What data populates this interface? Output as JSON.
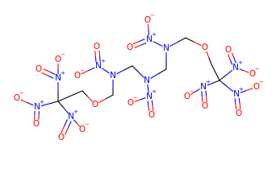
{
  "structure": {
    "colors": {
      "bond": "#000000",
      "carbon": "#000000",
      "oxygen": "#ff0000",
      "nitrogen": "#0000ff",
      "background": "#ffffff"
    },
    "atoms": [
      {
        "id": "c1",
        "el": "C"
      },
      {
        "id": "c2",
        "el": "C"
      },
      {
        "id": "o_e1",
        "el": "O",
        "label": "O"
      },
      {
        "id": "c3",
        "el": "C"
      },
      {
        "id": "n1",
        "el": "N",
        "label": "N"
      },
      {
        "id": "n1n",
        "el": "N",
        "label": "N",
        "charge": "+"
      },
      {
        "id": "n1o1",
        "el": "O",
        "label": "O",
        "charge": "−"
      },
      {
        "id": "n1o2",
        "el": "O",
        "label": "O"
      },
      {
        "id": "c4",
        "el": "C"
      },
      {
        "id": "n2",
        "el": "N",
        "label": "N"
      },
      {
        "id": "n2n",
        "el": "N",
        "label": "N",
        "charge": "+"
      },
      {
        "id": "n2o1",
        "el": "O",
        "label": "O",
        "charge": "−"
      },
      {
        "id": "n2o2",
        "el": "O",
        "label": "O"
      },
      {
        "id": "c5",
        "el": "C"
      },
      {
        "id": "n3",
        "el": "N",
        "label": "N"
      },
      {
        "id": "n3n",
        "el": "N",
        "label": "N",
        "charge": "+"
      },
      {
        "id": "n3o1",
        "el": "O",
        "label": "O",
        "charge": "−"
      },
      {
        "id": "n3o2",
        "el": "O",
        "label": "O"
      },
      {
        "id": "c6",
        "el": "C"
      },
      {
        "id": "o_e2",
        "el": "O",
        "label": "O"
      },
      {
        "id": "c7",
        "el": "C"
      },
      {
        "id": "c8",
        "el": "C"
      },
      {
        "id": "lna",
        "el": "N",
        "label": "N",
        "charge": "+"
      },
      {
        "id": "lna1",
        "el": "O",
        "label": "O",
        "charge": "−"
      },
      {
        "id": "lna2",
        "el": "O",
        "label": "O"
      },
      {
        "id": "lnb",
        "el": "N",
        "label": "N",
        "charge": "+"
      },
      {
        "id": "lnb1",
        "el": "O",
        "label": "O",
        "charge": "−"
      },
      {
        "id": "lnb2",
        "el": "O",
        "label": "O"
      },
      {
        "id": "lnc",
        "el": "N",
        "label": "N",
        "charge": "+"
      },
      {
        "id": "lnc1",
        "el": "O",
        "label": "O",
        "charge": "−"
      },
      {
        "id": "lnc2",
        "el": "O",
        "label": "O"
      },
      {
        "id": "rna",
        "el": "N",
        "label": "N",
        "charge": "+"
      },
      {
        "id": "rna1",
        "el": "O",
        "label": "O",
        "charge": "−"
      },
      {
        "id": "rna2",
        "el": "O",
        "label": "O"
      },
      {
        "id": "rnb",
        "el": "N",
        "label": "N",
        "charge": "+"
      },
      {
        "id": "rnb1",
        "el": "O",
        "label": "O",
        "charge": "−"
      },
      {
        "id": "rnb2",
        "el": "O",
        "label": "O"
      },
      {
        "id": "rnc",
        "el": "N",
        "label": "N",
        "charge": "+"
      },
      {
        "id": "rnc1",
        "el": "O",
        "label": "O",
        "charge": "−"
      },
      {
        "id": "rnc2",
        "el": "O",
        "label": "O"
      }
    ],
    "bonds": [
      {
        "a": "c1",
        "b": "c2",
        "order": 1
      },
      {
        "a": "c2",
        "b": "o_e1",
        "order": 1
      },
      {
        "a": "o_e1",
        "b": "c3",
        "order": 1
      },
      {
        "a": "c3",
        "b": "n1",
        "order": 1
      },
      {
        "a": "n1",
        "b": "n1n",
        "order": 1
      },
      {
        "a": "n1n",
        "b": "n1o1",
        "order": 1
      },
      {
        "a": "n1n",
        "b": "n1o2",
        "order": 2
      },
      {
        "a": "n1",
        "b": "c4",
        "order": 1
      },
      {
        "a": "c4",
        "b": "n2",
        "order": 1
      },
      {
        "a": "n2",
        "b": "n2n",
        "order": 1
      },
      {
        "a": "n2n",
        "b": "n2o1",
        "order": 1
      },
      {
        "a": "n2n",
        "b": "n2o2",
        "order": 2
      },
      {
        "a": "n2",
        "b": "c5",
        "order": 1
      },
      {
        "a": "c5",
        "b": "n3",
        "order": 1
      },
      {
        "a": "n3",
        "b": "n3n",
        "order": 1
      },
      {
        "a": "n3n",
        "b": "n3o1",
        "order": 1
      },
      {
        "a": "n3n",
        "b": "n3o2",
        "order": 2
      },
      {
        "a": "n3",
        "b": "c6",
        "order": 1
      },
      {
        "a": "c6",
        "b": "o_e2",
        "order": 1
      },
      {
        "a": "o_e2",
        "b": "c7",
        "order": 1
      },
      {
        "a": "c7",
        "b": "c8",
        "order": 1
      },
      {
        "a": "c1",
        "b": "lna",
        "order": 1
      },
      {
        "a": "lna",
        "b": "lna1",
        "order": 1
      },
      {
        "a": "lna",
        "b": "lna2",
        "order": 2
      },
      {
        "a": "c1",
        "b": "lnb",
        "order": 1
      },
      {
        "a": "lnb",
        "b": "lnb1",
        "order": 1
      },
      {
        "a": "lnb",
        "b": "lnb2",
        "order": 2
      },
      {
        "a": "c1",
        "b": "lnc",
        "order": 1
      },
      {
        "a": "lnc",
        "b": "lnc1",
        "order": 1
      },
      {
        "a": "lnc",
        "b": "lnc2",
        "order": 2
      },
      {
        "a": "c8",
        "b": "rna",
        "order": 1
      },
      {
        "a": "rna",
        "b": "rna1",
        "order": 1
      },
      {
        "a": "rna",
        "b": "rna2",
        "order": 2
      },
      {
        "a": "c8",
        "b": "rnb",
        "order": 1
      },
      {
        "a": "rnb",
        "b": "rnb1",
        "order": 1
      },
      {
        "a": "rnb",
        "b": "rnb2",
        "order": 2
      },
      {
        "a": "c8",
        "b": "rnc",
        "order": 1
      },
      {
        "a": "rnc",
        "b": "rnc1",
        "order": 1
      },
      {
        "a": "rnc",
        "b": "rnc2",
        "order": 2
      }
    ]
  }
}
